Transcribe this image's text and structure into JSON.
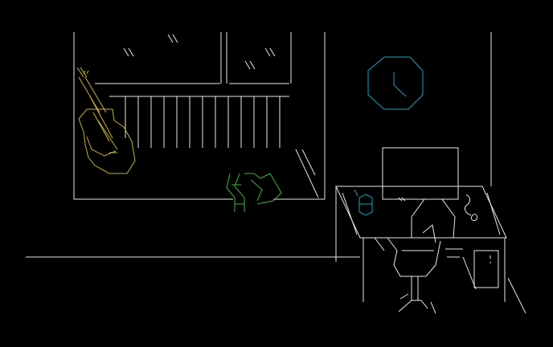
{
  "scene": {
    "palette": {
      "background": "#000000",
      "wall_lines": "#e8e8e8",
      "guitar": "#c8b435",
      "plant": "#3fb83f",
      "clock": "#19a5b8",
      "mug": "#19a5b8",
      "steam": "#e8e8e8"
    },
    "objects": {
      "window": {
        "name": "window-with-rain"
      },
      "guitar": {
        "name": "acoustic-guitar"
      },
      "plant": {
        "name": "potted-plant"
      },
      "clock": {
        "name": "wall-clock"
      },
      "desk": {
        "name": "desk-with-monitor"
      },
      "mug": {
        "name": "coffee-mug"
      },
      "chair": {
        "name": "office-chair"
      }
    },
    "glyphs": {
      "rain": "\\\\",
      "drawer_knob": ":",
      "steam": "ഗ",
      "guitar_peg": "\""
    }
  }
}
